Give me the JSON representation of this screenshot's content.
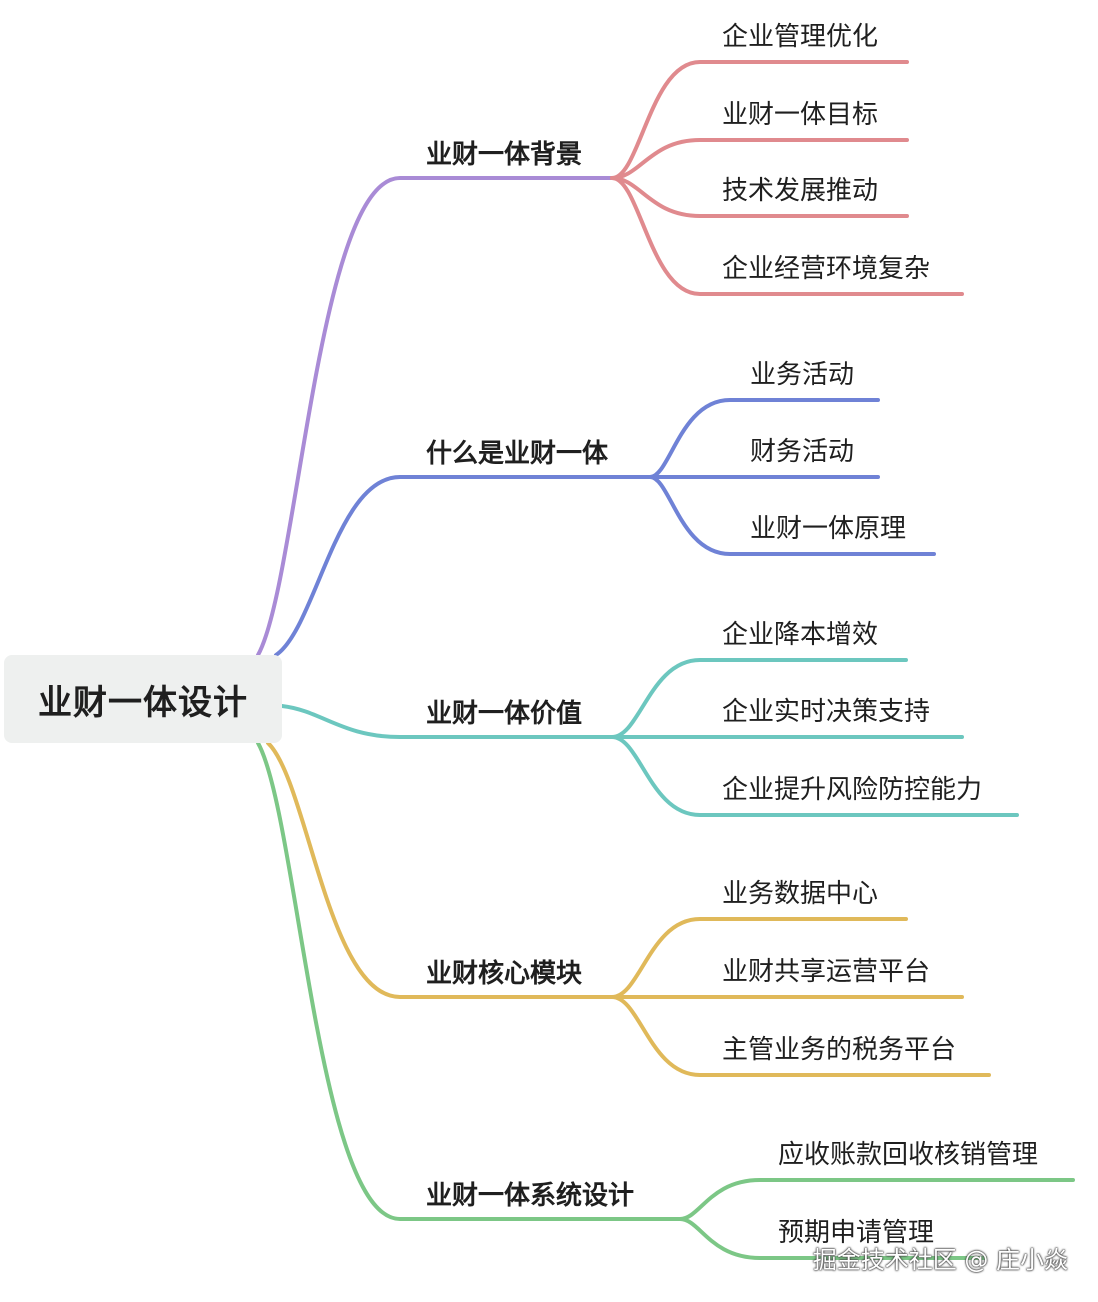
{
  "root": {
    "label": "业财一体设计"
  },
  "branches": [
    {
      "label": "业财一体背景",
      "color": "#a98bd6",
      "leaf_color": "#e08a8e",
      "leaves": [
        "企业管理优化",
        "业财一体目标",
        "技术发展推动",
        "企业经营环境复杂"
      ]
    },
    {
      "label": "什么是业财一体",
      "color": "#6f82d6",
      "leaf_color": "#6f82d6",
      "leaves": [
        "业务活动",
        "财务活动",
        "业财一体原理"
      ]
    },
    {
      "label": "业财一体价值",
      "color": "#6cc7bf",
      "leaf_color": "#6cc7bf",
      "leaves": [
        "企业降本增效",
        "企业实时决策支持",
        "企业提升风险防控能力"
      ]
    },
    {
      "label": "业财核心模块",
      "color": "#e0b95a",
      "leaf_color": "#e0b95a",
      "leaves": [
        "业务数据中心",
        "业财共享运营平台",
        "主管业务的税务平台"
      ]
    },
    {
      "label": "业财一体系统设计",
      "color": "#7cc786",
      "leaf_color": "#7cc786",
      "leaves": [
        "应收账款回收核销管理",
        "预期申请管理"
      ]
    }
  ],
  "watermark": "掘金技术社区 @ 庄小焱"
}
